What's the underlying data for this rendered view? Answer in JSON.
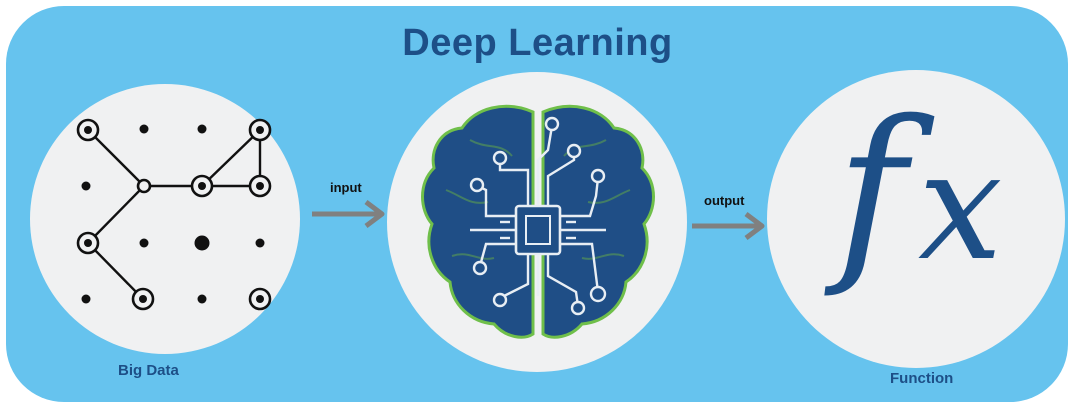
{
  "title": "Deep Learning",
  "nodes": {
    "big_data": {
      "label": "Big Data"
    },
    "neural_net": {
      "icon": "brain-circuit-icon"
    },
    "function": {
      "label": "Function",
      "symbol_f": "f",
      "symbol_x": "x"
    }
  },
  "edges": [
    {
      "from": "big_data",
      "to": "neural_net",
      "label": "input"
    },
    {
      "from": "neural_net",
      "to": "function",
      "label": "output"
    }
  ],
  "colors": {
    "background": "#66c3ee",
    "title": "#1d4f87",
    "circle": "#f0f1f2",
    "arrow": "#808080",
    "brain": "#1f4e86",
    "brain_edge": "#6fbf4a"
  }
}
